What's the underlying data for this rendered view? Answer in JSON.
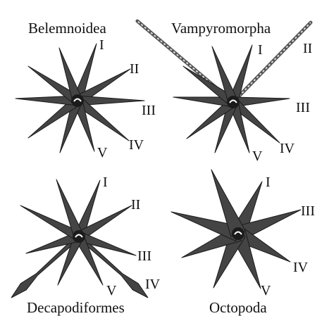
{
  "colors": {
    "arm_fill": "#444444",
    "arm_stroke": "#1a1a1a",
    "background": "#ffffff"
  },
  "panels": [
    {
      "id": "belemnoidea",
      "title": "Belemnoidea",
      "arm_labels": [
        "I",
        "II",
        "III",
        "IV",
        "V"
      ]
    },
    {
      "id": "vampyromorpha",
      "title": "Vampyromorpha",
      "arm_labels": [
        "I",
        "II",
        "III",
        "IV",
        "V"
      ]
    },
    {
      "id": "decapodiformes",
      "title": "Decapodiformes",
      "arm_labels": [
        "I",
        "II",
        "III",
        "IV",
        "V"
      ]
    },
    {
      "id": "octopoda",
      "title": "Octopoda",
      "arm_labels": [
        "I",
        "III",
        "IV",
        "V"
      ]
    }
  ]
}
